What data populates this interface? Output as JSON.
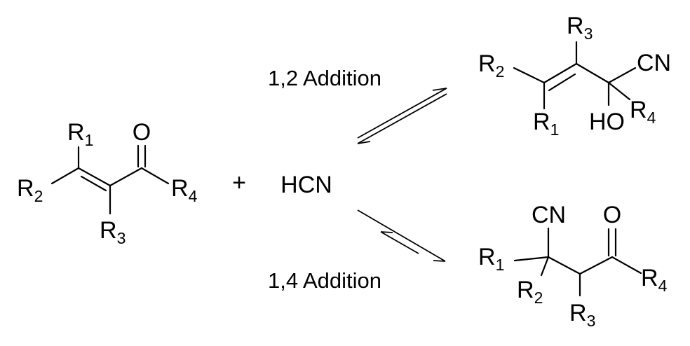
{
  "colors": {
    "label": "#1f3be6",
    "ink": "#000000",
    "background": "#ffffff"
  },
  "reactant": {
    "r1": "R",
    "r1_sub": "1",
    "r2": "R",
    "r2_sub": "2",
    "r3": "R",
    "r3_sub": "3",
    "r4": "R",
    "r4_sub": "4",
    "oxygen": "O"
  },
  "plus": "+",
  "reagent": "HCN",
  "pathways": {
    "top_label": "1,2 Addition",
    "bottom_label": "1,4 Addition"
  },
  "product_12": {
    "r1": "R",
    "r1_sub": "1",
    "r2": "R",
    "r2_sub": "2",
    "r3": "R",
    "r3_sub": "3",
    "r4": "R",
    "r4_sub": "4",
    "cn": "CN",
    "ho": "HO"
  },
  "product_14": {
    "r1": "R",
    "r1_sub": "1",
    "r2": "R",
    "r2_sub": "2",
    "r3": "R",
    "r3_sub": "3",
    "r4": "R",
    "r4_sub": "4",
    "cn": "CN",
    "oxygen": "O"
  }
}
